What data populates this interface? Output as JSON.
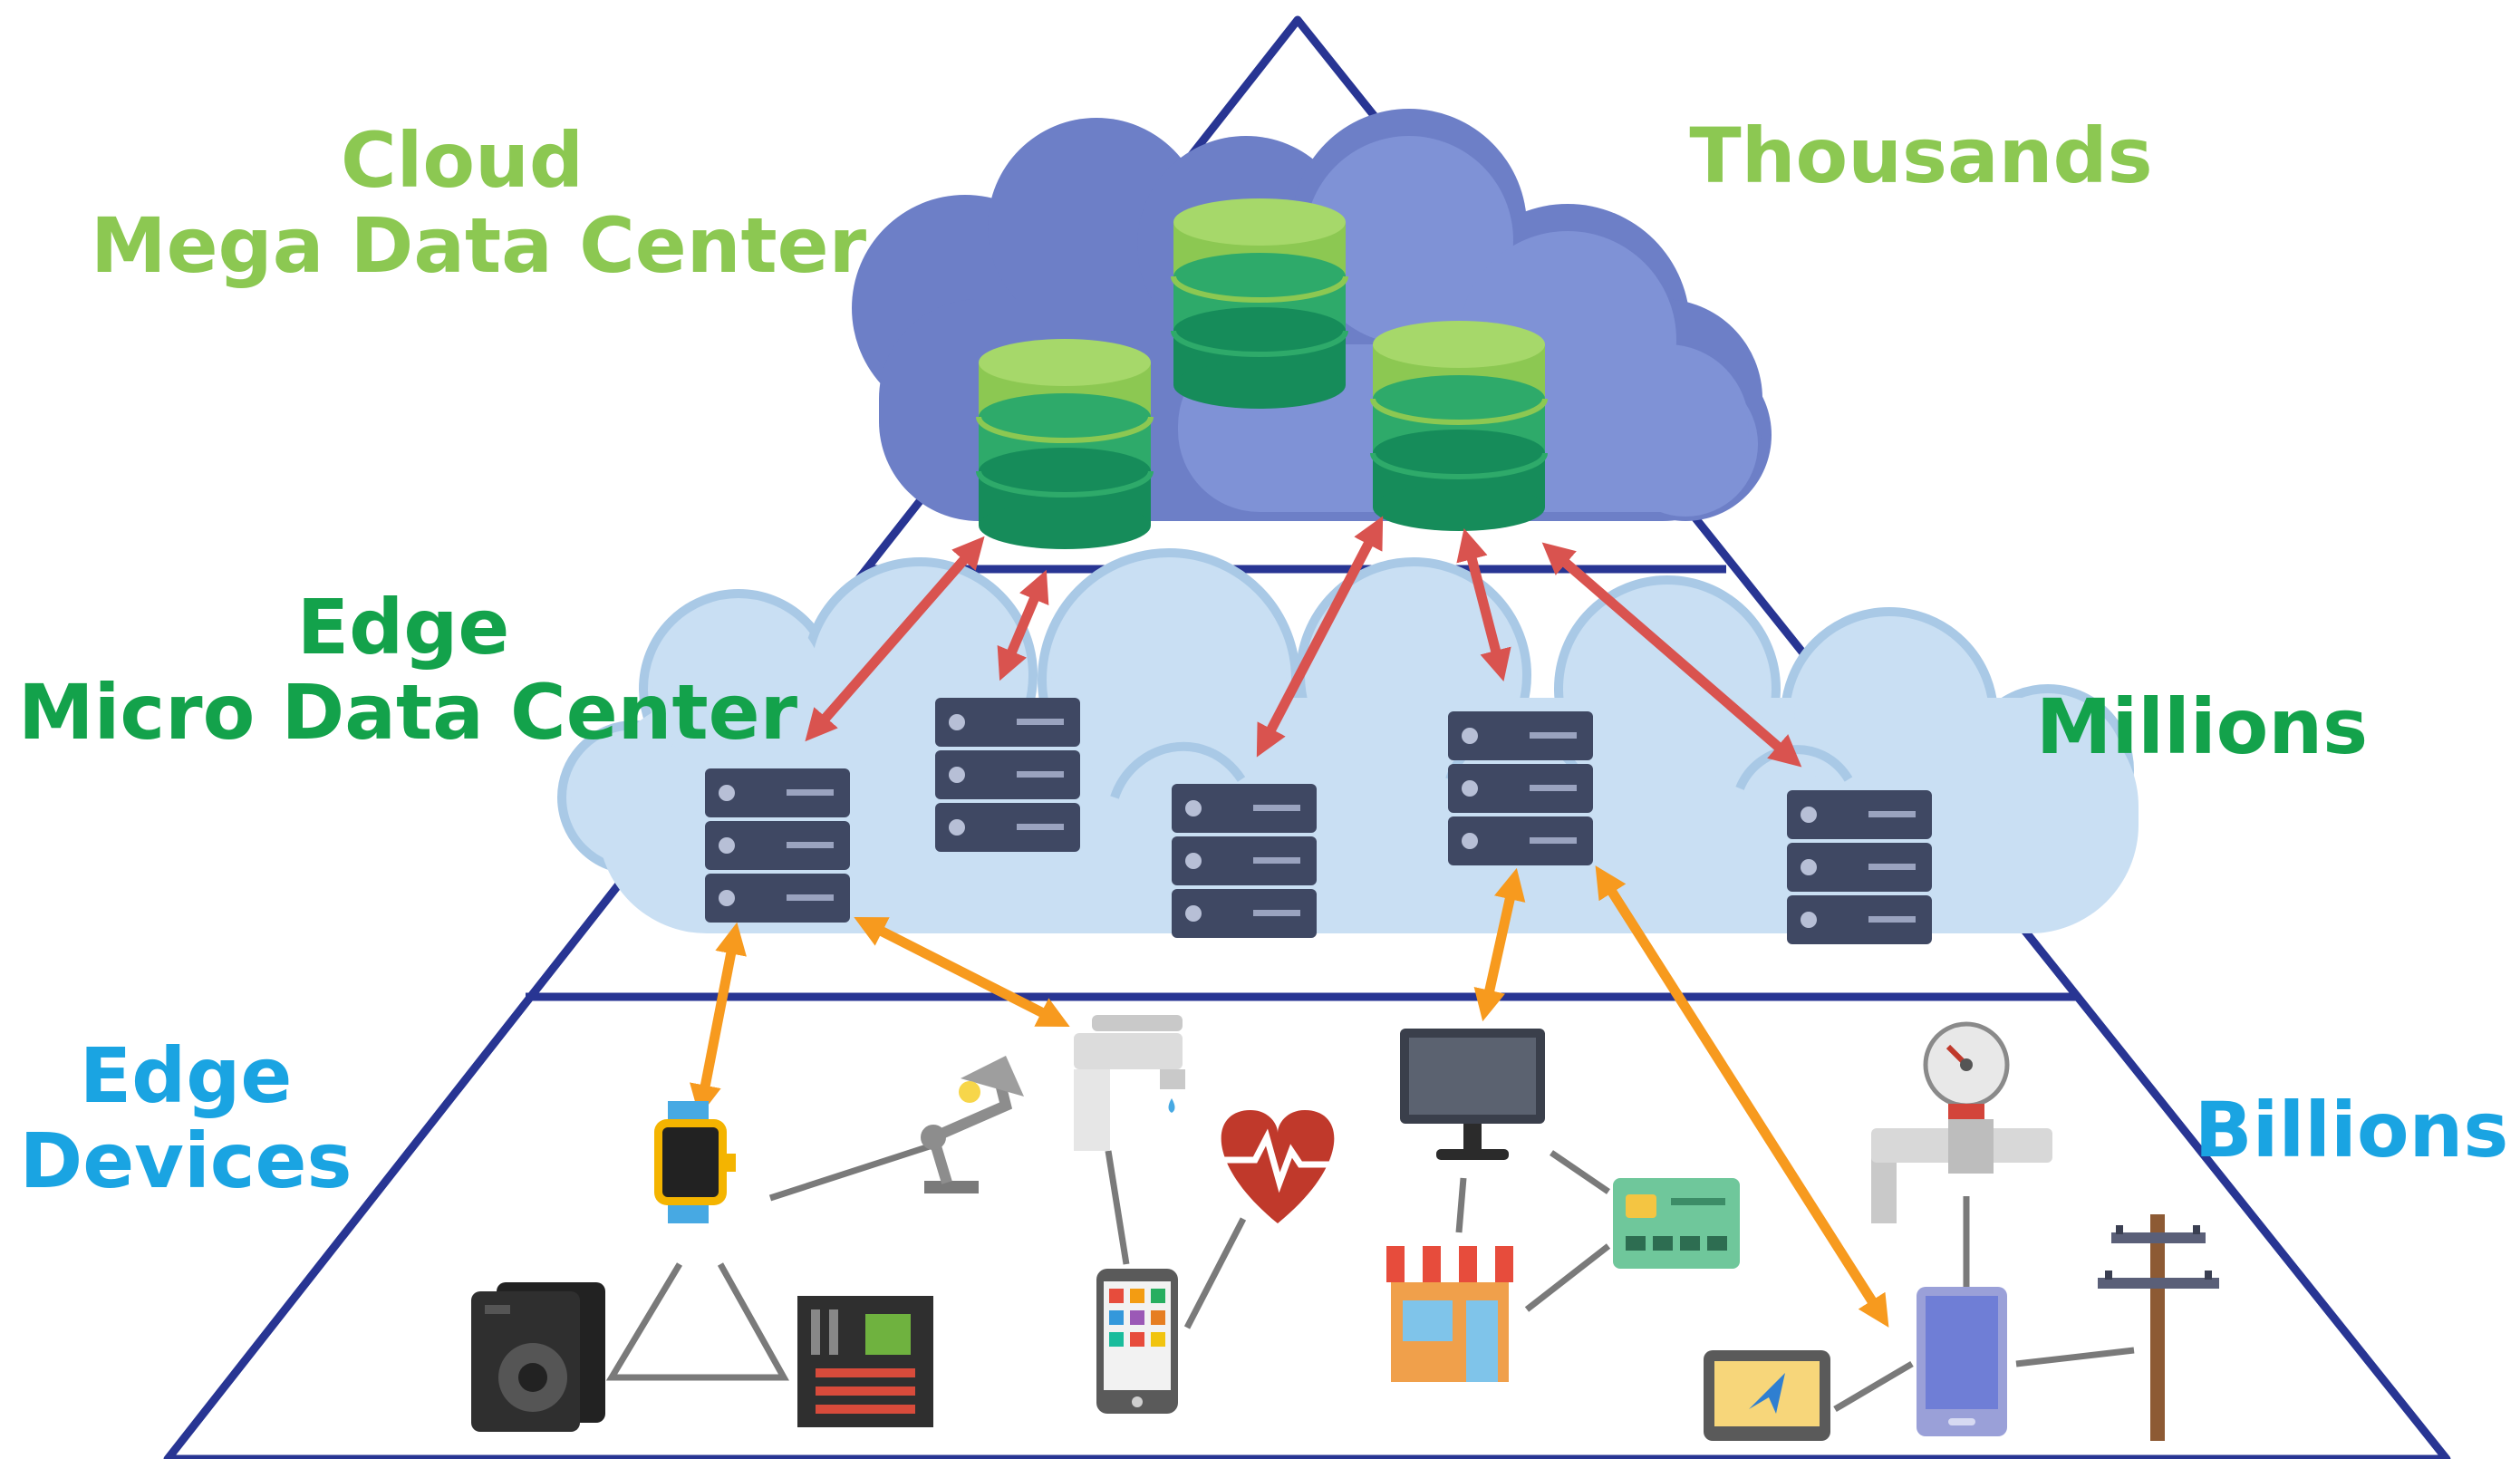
{
  "colors": {
    "cloud_label": "#8cc852",
    "edge_label": "#13a24b",
    "device_label": "#1aa4e2",
    "pyramid": "#283593",
    "cloud_fill": "#6d7fc7",
    "edge_cloud_fill": "#c9dff3",
    "edge_cloud_outline": "#a9c9e6",
    "db_top": "#8cc852",
    "db_mid": "#2eaa6a",
    "db_bottom": "#168c5a",
    "server": "#3f4863",
    "arrow_cloud_edge": "#d9534f",
    "arrow_edge_device": "#f79a1e",
    "device_link": "#7a7a7a"
  },
  "tiers": {
    "cloud": {
      "line1": "Cloud",
      "line2": "Mega Data Center",
      "count": "Thousands"
    },
    "edge": {
      "line1": "Edge",
      "line2": "Micro Data Center",
      "count": "Millions"
    },
    "devices": {
      "line1": "Edge",
      "line2": "Devices",
      "count": "Billions"
    }
  },
  "icons": {
    "cloud_databases": [
      "database-icon",
      "database-icon",
      "database-icon"
    ],
    "edge_servers": [
      "server-rack-icon",
      "server-rack-icon",
      "server-rack-icon",
      "server-rack-icon",
      "server-rack-icon"
    ],
    "devices": [
      "smartwatch-icon",
      "desk-lamp-icon",
      "faucet-icon",
      "heart-rate-icon",
      "smartphone-icon",
      "desktop-monitor-icon",
      "credit-card-icon",
      "storefront-icon",
      "pressure-gauge-icon",
      "pipe-valve-icon",
      "mobile-device-icon",
      "gps-navigator-icon",
      "power-pole-icon",
      "speaker-icon",
      "circuit-board-icon"
    ]
  }
}
